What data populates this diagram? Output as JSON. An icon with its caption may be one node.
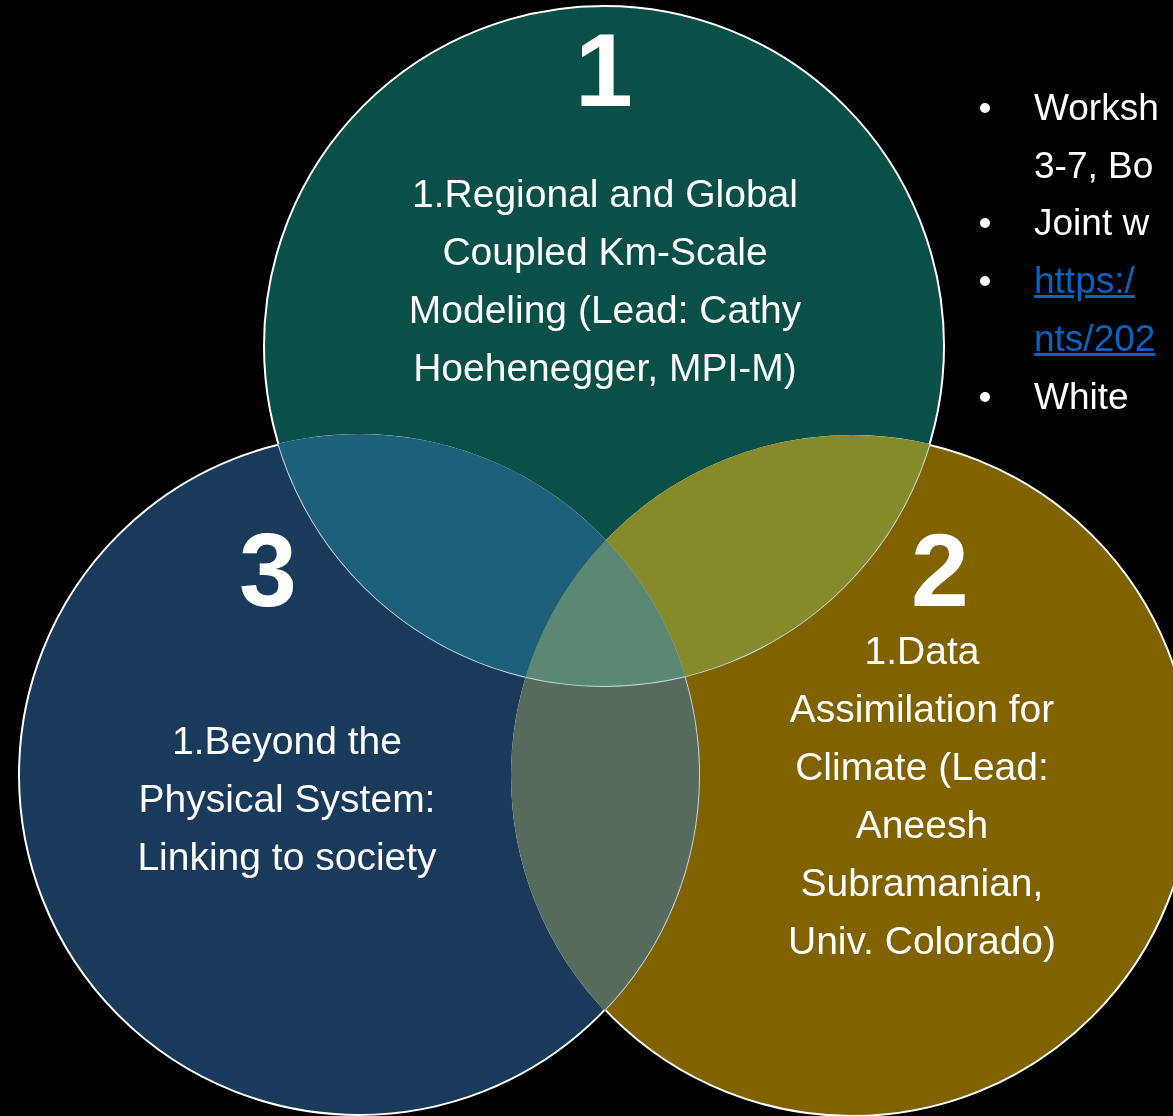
{
  "diagram": {
    "nodes": [
      {
        "text": [
          "1",
          "1.Regional and Global Coupled Km-Scale Modeling (Lead: Cathy Hoehenegger, MPI-M)"
        ]
      },
      {
        "text": [
          "3",
          "1.Beyond the Physical System: Linking to society"
        ]
      },
      {
        "text": [
          "2",
          "1.Data Assimilation for Climate (Lead: Aneesh Subramanian, Univ. Colorado)"
        ]
      }
    ],
    "labels": [
      "Worksh",
      "3-7, Bo",
      "Joint w",
      "https:/",
      "nts/202",
      "White"
    ]
  }
}
